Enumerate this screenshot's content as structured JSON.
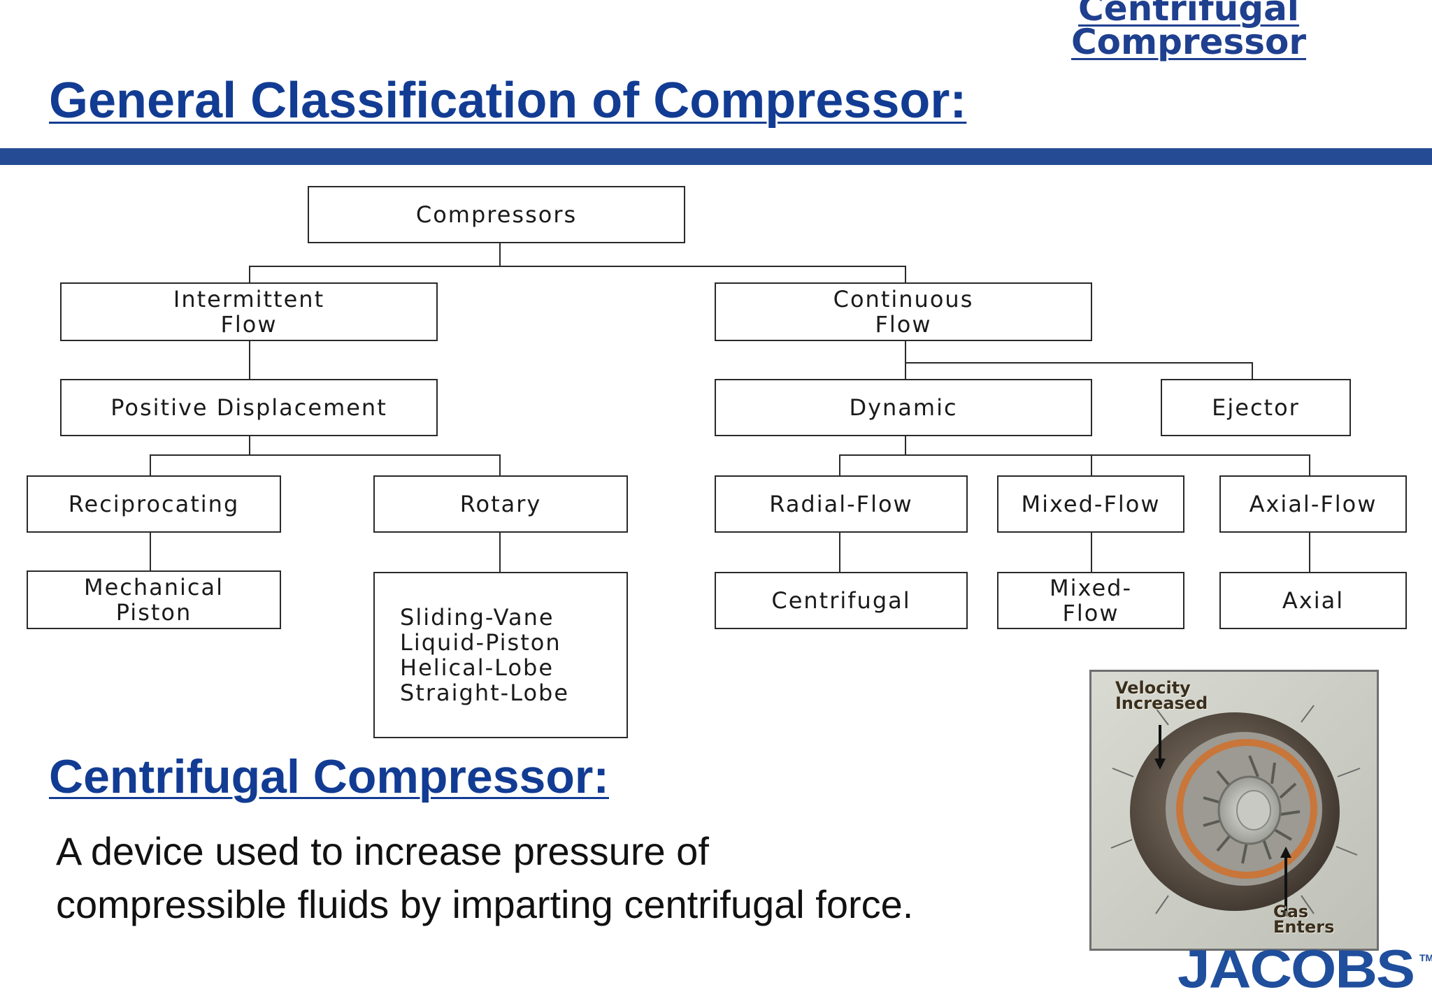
{
  "header": {
    "top_link_line1": "Centrifugal",
    "top_link_line2": "Compressor",
    "title": "General Classification of Compressor:"
  },
  "tree": {
    "root": "Compressors",
    "intermittent": "Intermittent\nFlow",
    "continuous": "Continuous\nFlow",
    "positive_displacement": "Positive Displacement",
    "dynamic": "Dynamic",
    "ejector": "Ejector",
    "reciprocating": "Reciprocating",
    "rotary": "Rotary",
    "radial_flow": "Radial-Flow",
    "mixed_flow": "Mixed-Flow",
    "axial_flow": "Axial-Flow",
    "mechanical_piston": "Mechanical\nPiston",
    "rotary_types": "Sliding-Vane\nLiquid-Piston\nHelical-Lobe\nStraight-Lobe",
    "centrifugal": "Centrifugal",
    "mixed_flow_leaf": "Mixed-\nFlow",
    "axial": "Axial"
  },
  "section": {
    "heading": "Centrifugal Compressor:",
    "description_line1": "A device used to increase pressure of",
    "description_line2": "compressible fluids by imparting centrifugal force."
  },
  "image": {
    "label_top_line1": "Velocity",
    "label_top_line2": "Increased",
    "label_bottom_line1": "Gas",
    "label_bottom_line2": "Enters"
  },
  "logo": {
    "text": "JACOBS",
    "trademark": "TM"
  }
}
